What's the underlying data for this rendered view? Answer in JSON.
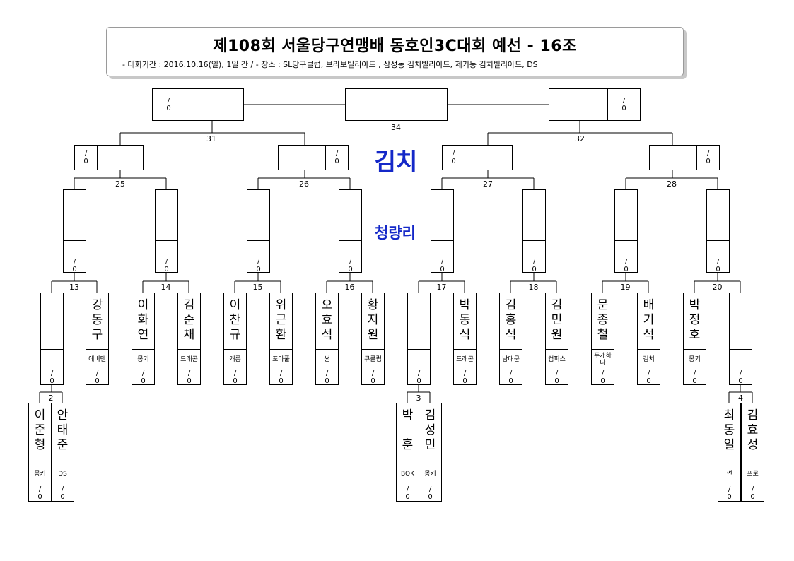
{
  "header": {
    "title": "제108회 서울당구연맹배 동호인3C대회 예선 - 16조",
    "subtitle": "- 대회기간 : 2016.10.16(일), 1일 간 / - 장소 : SL당구클럽, 브라보빌리아드 , 삼성동 김치빌리아드, 제기동 김치빌리아드, DS"
  },
  "venues": {
    "upper": "김치",
    "lower": "청량리"
  },
  "score_template": {
    "top": "/",
    "bottom": "0"
  },
  "match_numbers": {
    "m2": "2",
    "m3": "3",
    "m4": "4",
    "m13": "13",
    "m14": "14",
    "m15": "15",
    "m16": "16",
    "m17": "17",
    "m18": "18",
    "m19": "19",
    "m20": "20",
    "m25": "25",
    "m26": "26",
    "m27": "27",
    "m28": "28",
    "m31": "31",
    "m32": "32",
    "m34": "34"
  },
  "players": {
    "r1_1": {
      "name": "",
      "club": ""
    },
    "r1_2": {
      "name": "강동구",
      "club": "에버텐"
    },
    "r1_3": {
      "name": "이화연",
      "club": "몽키"
    },
    "r1_4": {
      "name": "김순채",
      "club": "드래곤"
    },
    "r1_5": {
      "name": "이찬규",
      "club": "캐롬"
    },
    "r1_6": {
      "name": "위근환",
      "club": "포아풀"
    },
    "r1_7": {
      "name": "오효석",
      "club": "썬"
    },
    "r1_8": {
      "name": "황지원",
      "club": "큐클럽"
    },
    "r1_9": {
      "name": "",
      "club": ""
    },
    "r1_10": {
      "name": "박동식",
      "club": "드래곤"
    },
    "r1_11": {
      "name": "김홍석",
      "club": "남대문"
    },
    "r1_12": {
      "name": "김민원",
      "club": "컵퍼스"
    },
    "r1_13": {
      "name": "문종철",
      "club": "두개하나"
    },
    "r1_14": {
      "name": "배기석",
      "club": "김치"
    },
    "r1_15": {
      "name": "박정호",
      "club": "몽키"
    },
    "r1_16": {
      "name": "",
      "club": ""
    },
    "p1": {
      "name": "이준형",
      "club": "몽키"
    },
    "p2": {
      "name": "안태준",
      "club": "DS"
    },
    "p3": {
      "name": "박 훈",
      "club": "BOK"
    },
    "p4": {
      "name": "김성민",
      "club": "몽키"
    },
    "p5": {
      "name": "최동일",
      "club": "썬"
    },
    "p6": {
      "name": "김효성",
      "club": "프로"
    }
  }
}
